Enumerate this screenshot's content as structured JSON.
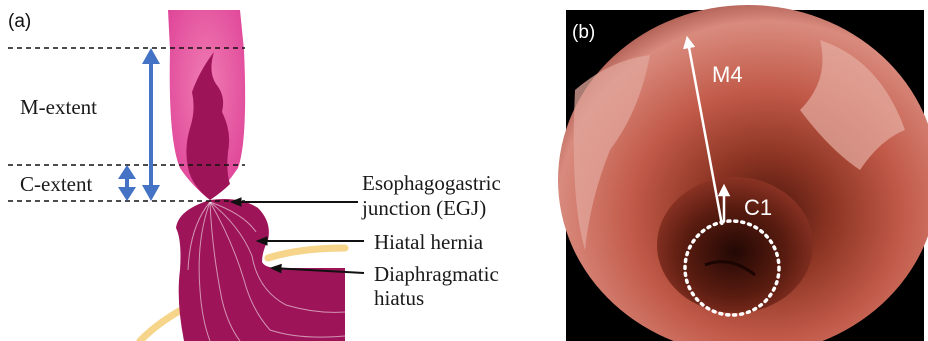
{
  "panels": {
    "a": {
      "label": "(a)",
      "extents": {
        "m_extent": "M-extent",
        "c_extent": "C-extent"
      },
      "annotations": {
        "egj_line1": "Esophagogastric",
        "egj_line2": "junction (EGJ)",
        "hiatal_hernia": "Hiatal hernia",
        "diaphragm_line1": "Diaphragmatic",
        "diaphragm_line2": "hiatus"
      },
      "colors": {
        "esophagus_pink": "#e9559a",
        "stomach_magenta": "#9e1459",
        "extent_arrow_blue": "#4472c4",
        "diaphragm_yellow": "#f6d48a"
      }
    },
    "b": {
      "label": "(b)",
      "annotations": {
        "m_arrow": "M4",
        "c_arrow": "C1"
      },
      "colors": {
        "mucosa_red": "#b84a3e",
        "lumen_dark": "#3a1008"
      }
    }
  }
}
